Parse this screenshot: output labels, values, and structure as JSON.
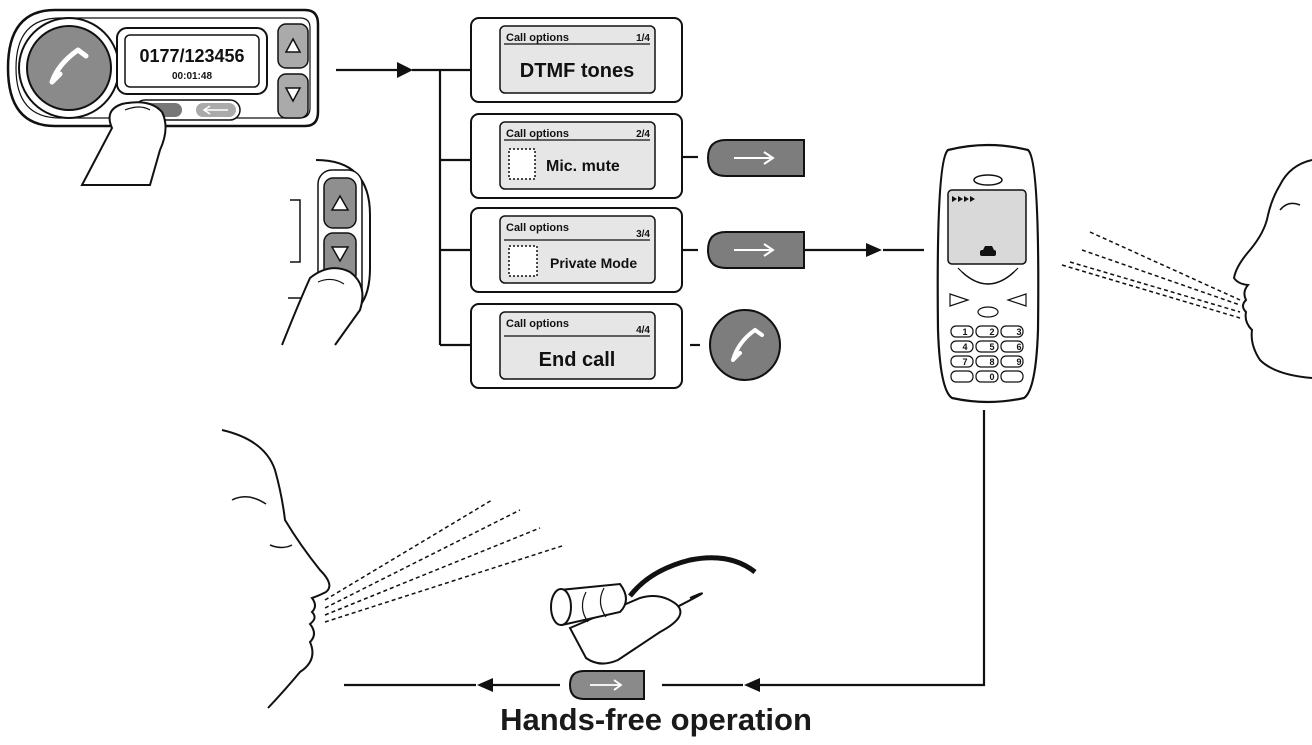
{
  "device": {
    "display_number": "0177/123456",
    "display_timer": "00:01:48"
  },
  "menu_items": [
    {
      "header": "Call options",
      "page": "1/4",
      "label": "DTMF tones"
    },
    {
      "header": "Call options",
      "page": "2/4",
      "label": "Mic. mute"
    },
    {
      "header": "Call options",
      "page": "3/4",
      "label": "Private Mode"
    },
    {
      "header": "Call options",
      "page": "4/4",
      "label": "End call"
    }
  ],
  "keypad": [
    "1",
    "2",
    "3",
    "4",
    "5",
    "6",
    "7",
    "8",
    "9",
    "0"
  ],
  "caption": "Hands-free operation"
}
